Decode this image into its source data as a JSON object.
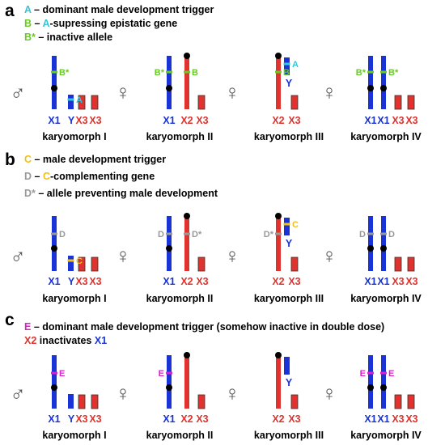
{
  "colors": {
    "blue": "#1a33d6",
    "red": "#e0332e",
    "cyan": "#33c6d9",
    "green": "#66cc22",
    "yellow": "#f2c010",
    "grey": "#999999",
    "magenta": "#e01ed0",
    "black": "#000000"
  },
  "panels": [
    {
      "label": "a",
      "legend": [
        {
          "key": "A",
          "key_color": "cyan",
          "parts": [
            {
              "text": "A",
              "color": "cyan"
            },
            {
              "text": " – dominant male development trigger",
              "color": "black"
            }
          ]
        },
        {
          "key": "B",
          "parts": [
            {
              "text": "B",
              "color": "green"
            },
            {
              "text": " – ",
              "color": "black"
            },
            {
              "text": "A",
              "color": "cyan"
            },
            {
              "text": "-supressing epistatic gene",
              "color": "black"
            }
          ]
        },
        {
          "key": "B*",
          "parts": [
            {
              "text": "B*",
              "color": "green"
            },
            {
              "text": " – inactive allele",
              "color": "black"
            }
          ]
        }
      ],
      "karyomorphs": [
        {
          "name": "karyomorph I",
          "sex": "♂",
          "labels": [
            "X1",
            "Y",
            "X3",
            "X3"
          ],
          "gene_labels": [
            {
              "text": "B*",
              "color": "green"
            },
            {
              "text": "A",
              "color": "cyan"
            }
          ]
        },
        {
          "name": "karyomorph II",
          "sex": "♀",
          "labels": [
            "X1",
            "X2",
            "X3"
          ],
          "gene_labels": [
            {
              "text": "B*",
              "color": "green"
            },
            {
              "text": "B",
              "color": "green"
            }
          ]
        },
        {
          "name": "karyomorph III",
          "sex": "♀",
          "labels": [
            "X2",
            "X3"
          ],
          "gene_labels": [
            {
              "text": "B",
              "color": "green"
            },
            {
              "text": "A",
              "color": "cyan"
            },
            {
              "text": "Y",
              "color": "blue"
            }
          ]
        },
        {
          "name": "karyomorph IV",
          "sex": "♀",
          "labels": [
            "X1",
            "X1",
            "X3",
            "X3"
          ],
          "gene_labels": [
            {
              "text": "B*",
              "color": "green"
            },
            {
              "text": "B*",
              "color": "green"
            }
          ]
        }
      ]
    },
    {
      "label": "b",
      "legend": [
        {
          "parts": [
            {
              "text": "C",
              "color": "yellow"
            },
            {
              "text": " – male development trigger",
              "color": "black"
            }
          ]
        },
        {
          "parts": [
            {
              "text": "D",
              "color": "grey"
            },
            {
              "text": " – ",
              "color": "black"
            },
            {
              "text": "C",
              "color": "yellow"
            },
            {
              "text": "-complementing gene",
              "color": "black"
            }
          ]
        },
        {
          "parts": [
            {
              "text": "D*",
              "color": "grey"
            },
            {
              "text": " – allele preventing male development",
              "color": "black"
            }
          ]
        }
      ],
      "karyomorphs": [
        {
          "name": "karyomorph I",
          "sex": "♂",
          "labels": [
            "X1",
            "Y",
            "X3",
            "X3"
          ],
          "gene_labels": [
            {
              "text": "D",
              "color": "grey"
            },
            {
              "text": "C",
              "color": "yellow"
            }
          ]
        },
        {
          "name": "karyomorph II",
          "sex": "♀",
          "labels": [
            "X1",
            "X2",
            "X3"
          ],
          "gene_labels": [
            {
              "text": "D",
              "color": "grey"
            },
            {
              "text": "D*",
              "color": "grey"
            }
          ]
        },
        {
          "name": "karyomorph III",
          "sex": "♀",
          "labels": [
            "X2",
            "X3"
          ],
          "gene_labels": [
            {
              "text": "D*",
              "color": "grey"
            },
            {
              "text": "C",
              "color": "yellow"
            },
            {
              "text": "Y",
              "color": "blue"
            }
          ]
        },
        {
          "name": "karyomorph IV",
          "sex": "♀",
          "labels": [
            "X1",
            "X1",
            "X3",
            "X3"
          ],
          "gene_labels": [
            {
              "text": "D",
              "color": "grey"
            },
            {
              "text": "D",
              "color": "grey"
            }
          ]
        }
      ]
    },
    {
      "label": "c",
      "legend": [
        {
          "parts": [
            {
              "text": "E",
              "color": "magenta"
            },
            {
              "text": " – dominant male development trigger (somehow inactive in double dose)",
              "color": "black"
            }
          ]
        },
        {
          "parts": [
            {
              "text": "X2",
              "color": "red"
            },
            {
              "text": " inactivates ",
              "color": "black"
            },
            {
              "text": "X1",
              "color": "blue"
            }
          ]
        }
      ],
      "karyomorphs": [
        {
          "name": "karyomorph I",
          "sex": "♂",
          "labels": [
            "X1",
            "Y",
            "X3",
            "X3"
          ],
          "gene_labels": [
            {
              "text": "E",
              "color": "magenta"
            }
          ]
        },
        {
          "name": "karyomorph II",
          "sex": "♀",
          "labels": [
            "X1",
            "X2",
            "X3"
          ],
          "gene_labels": [
            {
              "text": "E",
              "color": "magenta"
            }
          ]
        },
        {
          "name": "karyomorph III",
          "sex": "♀",
          "labels": [
            "X2",
            "X3"
          ],
          "gene_labels": [
            {
              "text": "Y",
              "color": "blue"
            }
          ]
        },
        {
          "name": "karyomorph IV",
          "sex": "♀",
          "labels": [
            "X1",
            "X1",
            "X3",
            "X3"
          ],
          "gene_labels": [
            {
              "text": "E",
              "color": "magenta"
            },
            {
              "text": "E",
              "color": "magenta"
            }
          ]
        }
      ]
    }
  ]
}
